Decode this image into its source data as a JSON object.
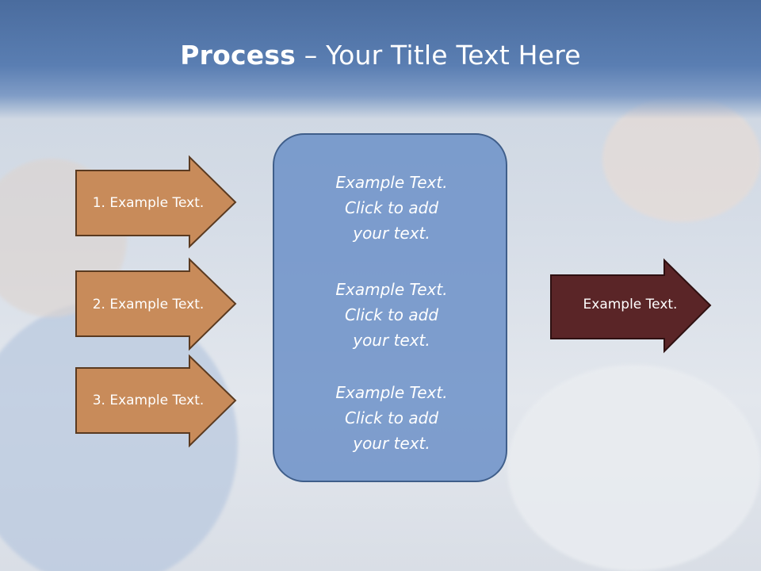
{
  "slide": {
    "title_bold": "Process",
    "title_rest": " – Your Title Text Here",
    "colors": {
      "header": "#5a7eb2",
      "input_arrow_fill": "#c88b5a",
      "input_arrow_stroke": "#5a3a20",
      "output_arrow_fill": "#5a2527",
      "output_arrow_stroke": "#2e1011",
      "center_box": "#6c91c8"
    }
  },
  "input_arrows": [
    {
      "label": "1. Example Text."
    },
    {
      "label": "2. Example Text."
    },
    {
      "label": "3. Example Text."
    }
  ],
  "center_box": {
    "blocks": [
      {
        "lines": [
          "Example Text.",
          "Click  to add",
          "your text."
        ]
      },
      {
        "lines": [
          "Example Text.",
          "Click  to add",
          "your text."
        ]
      },
      {
        "lines": [
          "Example Text.",
          "Click  to add",
          "your text."
        ]
      }
    ]
  },
  "output_arrow": {
    "label": "Example Text."
  }
}
